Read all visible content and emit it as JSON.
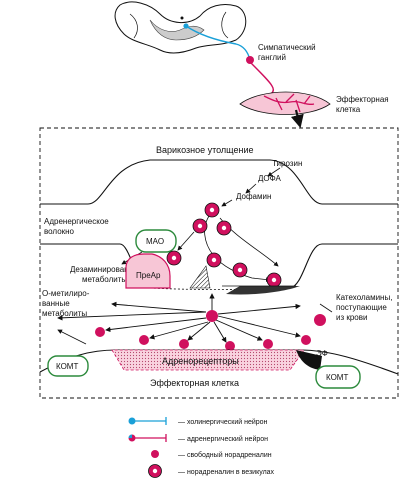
{
  "labels": {
    "ganglion": [
      "Симпатический",
      "ганглий"
    ],
    "effector_cell_top": [
      "Эффекторная",
      "клетка"
    ],
    "varicose": "Варикозное утолщение",
    "tyrosine": "Тирозин",
    "dopa": "ДОФА",
    "dopamine": "Дофамин",
    "adrenergic_fiber": [
      "Адренергическое",
      "волокно"
    ],
    "mao": "МАО",
    "deaminated": [
      "Дезаминированные",
      "метаболиты"
    ],
    "prear": "ПреАр",
    "o_methylated": [
      "О-метилиро-",
      "ванные",
      "метаболиты"
    ],
    "catecholamines": [
      "Катехоламины,",
      "поступающие",
      "из крови"
    ],
    "adrenoreceptors": "Адренорецепторы",
    "ef": "ЭФ",
    "komt_left": "КОМТ",
    "komt_right": "КОМТ",
    "effector_cell_bottom": "Эффекторная клетка"
  },
  "legend": [
    {
      "icon": "cholinergic-neuron-icon",
      "text": "— холинергический нейрон"
    },
    {
      "icon": "adrenergic-neuron-icon",
      "text": "— адренергический нейрон"
    },
    {
      "icon": "free-noradrenaline-icon",
      "text": "— свободный норадреналин"
    },
    {
      "icon": "vesicle-noradrenaline-icon",
      "text": "— норадреналин в везикулах"
    }
  ],
  "colors": {
    "magenta": "#d0105e",
    "blue": "#1aa0d8",
    "green": "#2c8a3c",
    "pink_fill": "#f7c6d6"
  }
}
